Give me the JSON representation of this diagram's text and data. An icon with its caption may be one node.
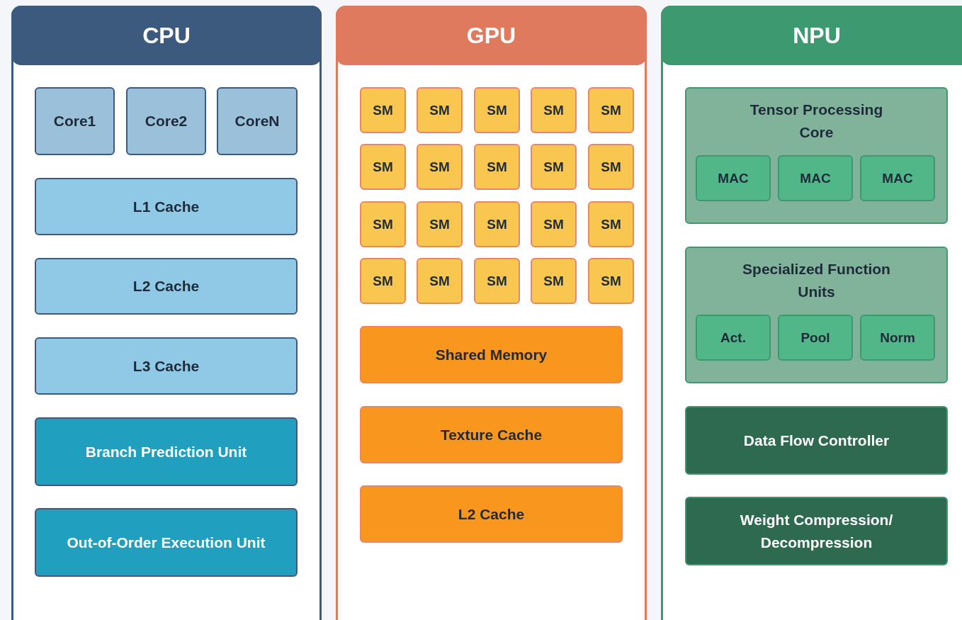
{
  "diagram": {
    "nodes": [
      {
        "text": [
          "CPU"
        ]
      },
      {
        "text": [
          "Core1"
        ],
        "in": 0
      },
      {
        "text": [
          "Core2"
        ],
        "in": 0
      },
      {
        "text": [
          "CoreN"
        ],
        "in": 0
      },
      {
        "text": [
          "L1 Cache"
        ],
        "in": 0
      },
      {
        "text": [
          "L2 Cache"
        ],
        "in": 0
      },
      {
        "text": [
          "L3 Cache"
        ],
        "in": 0
      },
      {
        "text": [
          "Branch Prediction Unit"
        ],
        "in": 0
      },
      {
        "text": [
          "Out-of-Order Execution Unit"
        ],
        "in": 0
      },
      {
        "text": [
          "GPU"
        ]
      },
      {
        "text": [
          "SM"
        ],
        "in": 9
      },
      {
        "text": [
          "SM"
        ],
        "in": 9
      },
      {
        "text": [
          "SM"
        ],
        "in": 9
      },
      {
        "text": [
          "SM"
        ],
        "in": 9
      },
      {
        "text": [
          "SM"
        ],
        "in": 9
      },
      {
        "text": [
          "SM"
        ],
        "in": 9
      },
      {
        "text": [
          "SM"
        ],
        "in": 9
      },
      {
        "text": [
          "SM"
        ],
        "in": 9
      },
      {
        "text": [
          "SM"
        ],
        "in": 9
      },
      {
        "text": [
          "SM"
        ],
        "in": 9
      },
      {
        "text": [
          "SM"
        ],
        "in": 9
      },
      {
        "text": [
          "SM"
        ],
        "in": 9
      },
      {
        "text": [
          "SM"
        ],
        "in": 9
      },
      {
        "text": [
          "SM"
        ],
        "in": 9
      },
      {
        "text": [
          "SM"
        ],
        "in": 9
      },
      {
        "text": [
          "SM"
        ],
        "in": 9
      },
      {
        "text": [
          "SM"
        ],
        "in": 9
      },
      {
        "text": [
          "SM"
        ],
        "in": 9
      },
      {
        "text": [
          "SM"
        ],
        "in": 9
      },
      {
        "text": [
          "SM"
        ],
        "in": 9
      },
      {
        "text": [
          "Shared Memory"
        ],
        "in": 9
      },
      {
        "text": [
          "Texture Cache"
        ],
        "in": 9
      },
      {
        "text": [
          "L2 Cache"
        ],
        "in": 9
      },
      {
        "text": [
          "NPU"
        ]
      },
      {
        "text": [
          "Tensor Processing Core"
        ],
        "in": 33
      },
      {
        "text": [
          "MAC"
        ],
        "in": 34
      },
      {
        "text": [
          "MAC"
        ],
        "in": 34
      },
      {
        "text": [
          "MAC"
        ],
        "in": 34
      },
      {
        "text": [
          "Specialized Function Units"
        ],
        "in": 33
      },
      {
        "text": [
          "Act."
        ],
        "in": 38
      },
      {
        "text": [
          "Pool"
        ],
        "in": 38
      },
      {
        "text": [
          "Norm"
        ],
        "in": 38
      },
      {
        "text": [
          "Data Flow Controller"
        ],
        "in": 33
      },
      {
        "text": [
          "Weight Compression/ Decompression"
        ],
        "in": 33
      }
    ]
  }
}
